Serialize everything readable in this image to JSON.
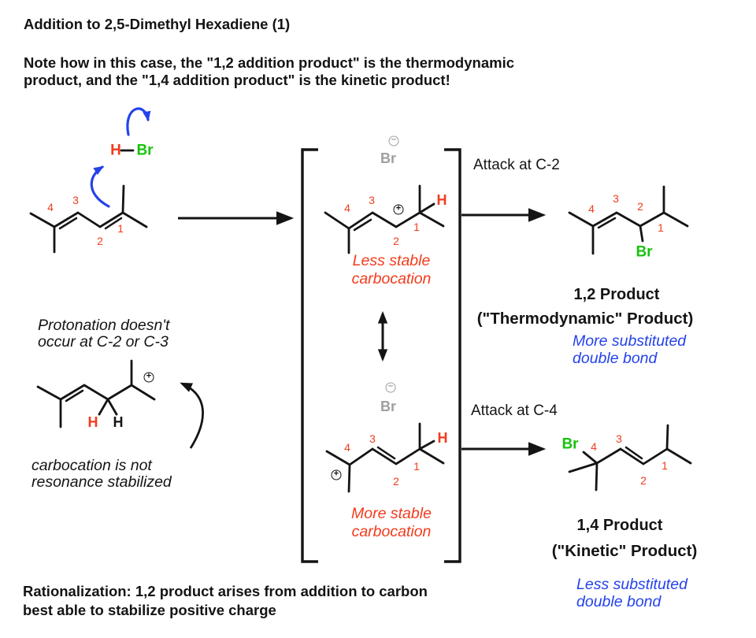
{
  "title": "Addition to 2,5-Dimethyl Hexadiene (1)",
  "note": {
    "line1": "Note how in this case, the \"1,2 addition product\" is the thermodynamic",
    "line2": "product, and the \"1,4 addition product\" is the kinetic product!"
  },
  "reagent": {
    "h": "H",
    "br": "Br"
  },
  "start_material": {
    "c1": "1",
    "c2": "2",
    "c3": "3",
    "c4": "4"
  },
  "bracket_top": {
    "bromide": {
      "symbol": "Br",
      "charge": "−"
    },
    "cation": {
      "c1": "1",
      "c2": "2",
      "c3": "3",
      "c4": "4",
      "h": "H",
      "charge": "+"
    },
    "caption1": "Less stable",
    "caption2": "carbocation"
  },
  "bracket_bottom": {
    "bromide": {
      "symbol": "Br",
      "charge": "−"
    },
    "cation": {
      "c1": "1",
      "c2": "2",
      "c3": "3",
      "c4": "4",
      "h": "H",
      "charge": "+"
    },
    "caption1": "More stable",
    "caption2": "carbocation"
  },
  "pathway_c2": {
    "attack": "Attack at C-2",
    "product": {
      "c1": "1",
      "c2": "2",
      "c3": "3",
      "c4": "4",
      "br": "Br"
    },
    "name": "1,2 Product",
    "subtitle": "(\"Thermodynamic\" Product)",
    "note1": "More substituted",
    "note2": "double bond"
  },
  "pathway_c4": {
    "attack": "Attack at C-4",
    "product": {
      "c1": "1",
      "c2": "2",
      "c3": "3",
      "c4": "4",
      "br": "Br"
    },
    "name": "1,4 Product",
    "subtitle": "(\"Kinetic\" Product)",
    "note1": "Less substituted",
    "note2": "double bond"
  },
  "side_note": {
    "line1": "Protonation doesn't",
    "line2": "occur at C-2 or C-3",
    "cation": {
      "h_red": "H",
      "h_black": "H",
      "charge": "+"
    },
    "caption1": "carbocation is not",
    "caption2": "resonance stabilized"
  },
  "rationalization": {
    "line1": "Rationalization: 1,2 product arises from addition to carbon",
    "line2": "best able to stabilize positive charge"
  },
  "colors": {
    "red": "#f23b1c",
    "green": "#17c20c",
    "blue": "#2442ec",
    "gray": "#9f9f9f",
    "black": "#141414"
  }
}
